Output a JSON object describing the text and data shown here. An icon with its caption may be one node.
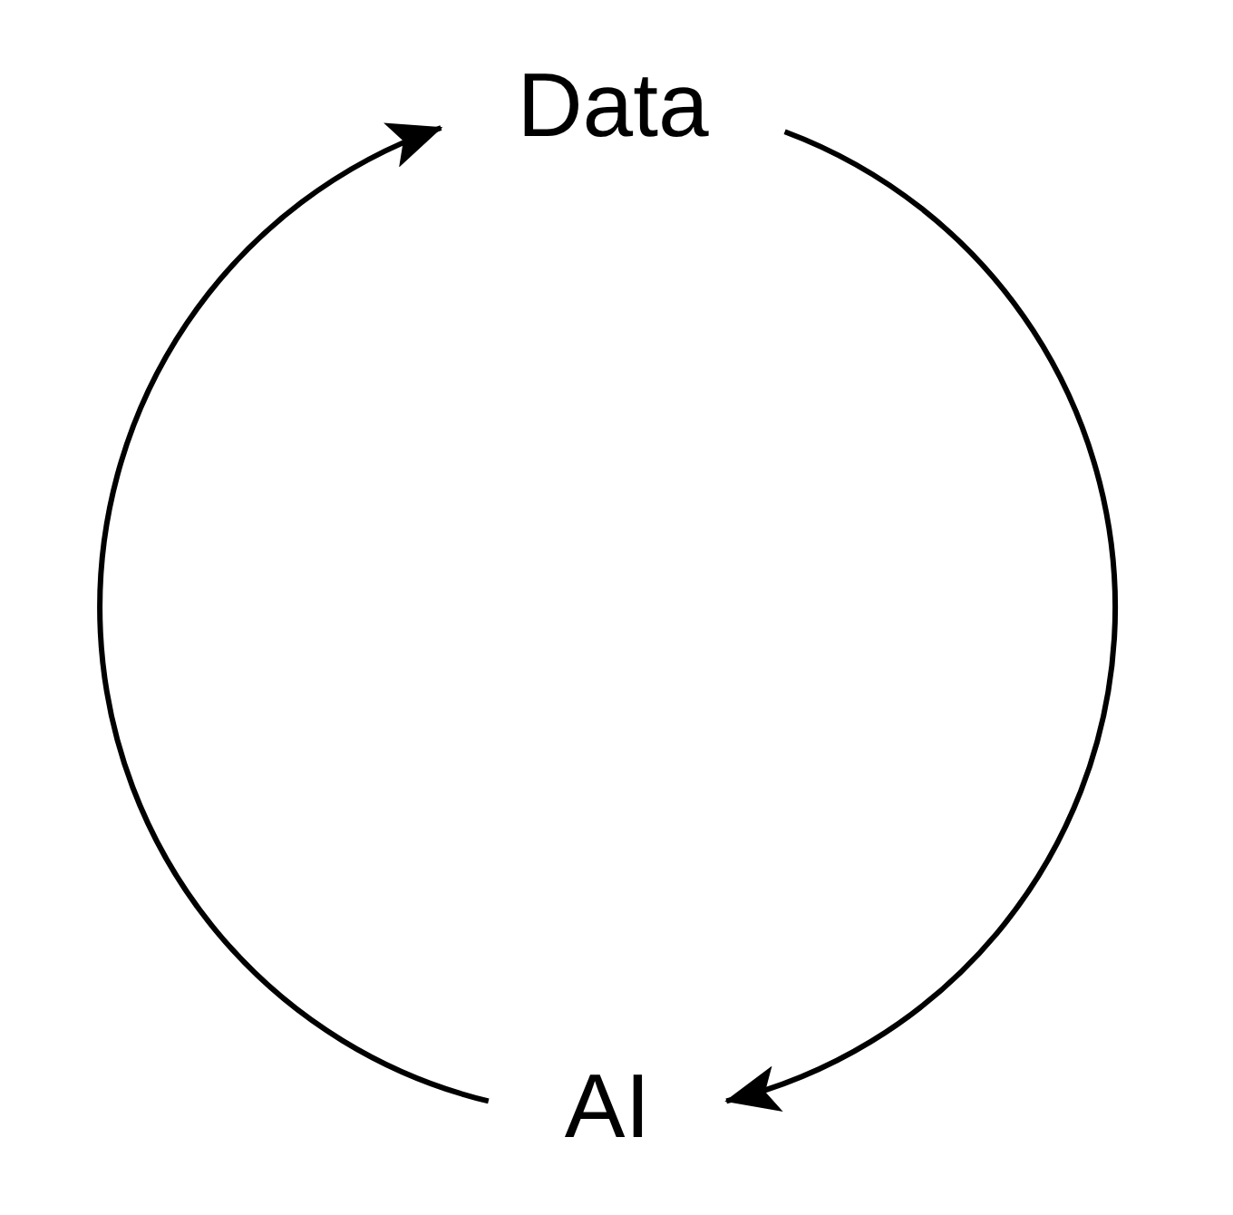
{
  "diagram": {
    "nodes": [
      {
        "text": [
          "Data"
        ]
      },
      {
        "text": [
          "AI"
        ]
      }
    ],
    "edges": [
      {
        "from": 0,
        "to": 1,
        "arrow": "to"
      },
      {
        "from": 1,
        "to": 0,
        "arrow": "to"
      }
    ]
  }
}
